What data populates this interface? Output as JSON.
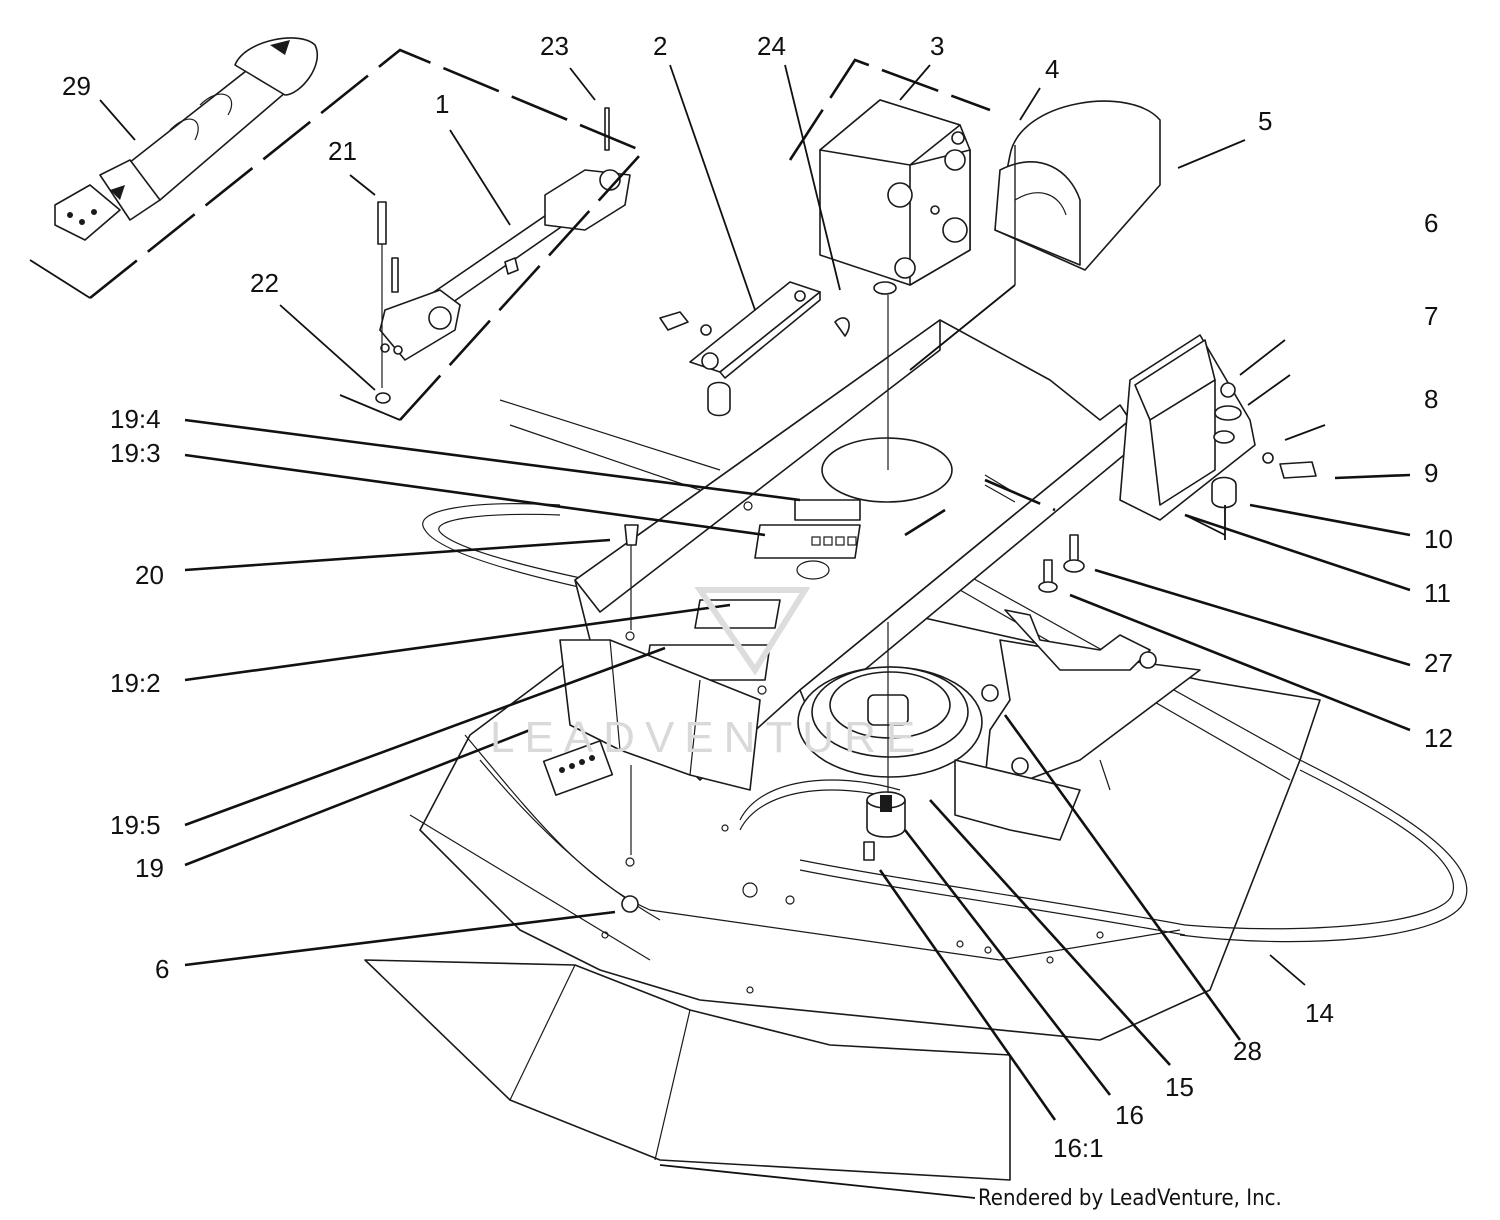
{
  "labels": {
    "l1": "1",
    "l2": "2",
    "l3": "3",
    "l4": "4",
    "l5": "5",
    "l6a": "6",
    "l6b": "6",
    "l7": "7",
    "l8": "8",
    "l9": "9",
    "l10": "10",
    "l11": "11",
    "l12": "12",
    "l14": "14",
    "l15": "15",
    "l16": "16",
    "l16_1": "16:1",
    "l19": "19",
    "l19_2": "19:2",
    "l19_3": "19:3",
    "l19_4": "19:4",
    "l19_5": "19:5",
    "l20": "20",
    "l21": "21",
    "l22": "22",
    "l23": "23",
    "l24": "24",
    "l27": "27",
    "l28": "28",
    "l29": "29"
  },
  "watermark": "LEADVENTURE",
  "credit": "Rendered by LeadVenture, Inc."
}
